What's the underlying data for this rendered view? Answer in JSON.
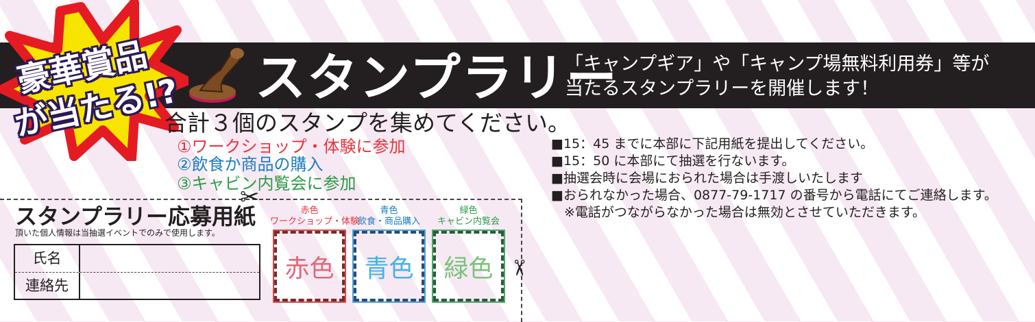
{
  "burst": {
    "line1": "豪華賞品",
    "line2": "が当たる!?"
  },
  "banner": {
    "title": "スタンプラリー",
    "desc_line1": "「キャンプギア」や「キャンプ場無料利用券」等が",
    "desc_line2": "当たるスタンプラリーを開催します！"
  },
  "instructions": {
    "collect": "合計３個のスタンプを集めてください。",
    "steps": [
      "①ワークショップ・体験に参加",
      "②飲食か商品の購入",
      "③キャビン内覧会に参加"
    ]
  },
  "notes": [
    "■15：45 までに本部に下記用紙を提出してください。",
    "■15：50 に本部にて抽選を行ないます。",
    "■抽選会時に会場におられた場合は手渡しいたします",
    "■おられなかった場合、0877-79-1717 の番号から電話にてご連絡します。",
    "　※電話がつながらなかった場合は無効とさせていただきます。"
  ],
  "form": {
    "title": "スタンプラリー応募用紙",
    "note": "頂いた個人情報は当抽選イベントでのみで使用します。",
    "name_label": "氏名",
    "contact_label": "連絡先"
  },
  "stamps": [
    {
      "color_name": "赤色",
      "category": "ワークショップ・体験",
      "box_text": "赤色",
      "color": "#e8343d"
    },
    {
      "color_name": "青色",
      "category": "飲食・商品購入",
      "box_text": "青色",
      "color": "#1e7dc2"
    },
    {
      "color_name": "緑色",
      "category": "キャビン内覧会",
      "box_text": "緑色",
      "color": "#2e9a47"
    }
  ]
}
